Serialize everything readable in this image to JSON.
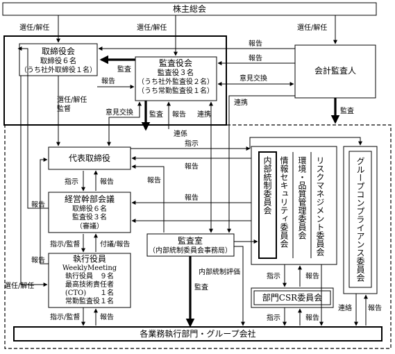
{
  "nodes": {
    "shareholders": "株主総会",
    "board": [
      "取締役会",
      "取締役６名",
      "（うち社外取締役１名）"
    ],
    "audit_board": [
      "監査役会",
      "監査役３名",
      "（うち社外監査役２名）",
      "（うち常勤監査役１名）"
    ],
    "auditor": "会計監査人",
    "ceo": "代表取締役",
    "mgmt_council": [
      "経営幹部会議",
      "取締役６名",
      "監査役３名",
      "（審議）"
    ],
    "officers": [
      "執行役員",
      "WeeklyMeeting",
      "執行役員　９名",
      "最高技術責任者",
      "(CTO)　　１名",
      "常勤監査役１名"
    ],
    "audit_office": [
      "監査室",
      "（内部統制委員会事務局）"
    ],
    "internal_control": "内部統制委員会",
    "security": "情報セキュリティ委員会",
    "environment": "環境・品質管理委員会",
    "risk": "リスクマネジメント委員会",
    "compliance": "グループコンプライアンス委員会",
    "csr": "部門CSR委員会",
    "divisions": "各業務執行部門・グループ会社"
  },
  "labels": {
    "elect1": "選任/解任",
    "elect2": "選任/解任",
    "elect3": "選任/解任",
    "elect_supervise": [
      "選任/解任",
      "監督"
    ],
    "elect_left": "選任/解任",
    "report_auditor1": "報告",
    "report_auditor2": "報告",
    "opinion_exchange": "意見交換",
    "cooperation1": "連携",
    "audit_label1": "監査",
    "audit_label_auditor": "監査",
    "report_board_audit": "報告",
    "opinion_exchange2": "意見交換",
    "audit_label2": "監査",
    "report_label3": "報告",
    "cooperation2": "連携",
    "cooperation3": "連係",
    "instruction_top": "指示",
    "report_ceo": "報告",
    "instruction_ceo": "指示",
    "report_ceo2": "報告",
    "report_office": "報告",
    "report_left": "報告",
    "report_mgmt": "報告",
    "instruction_supervise1": "指示/監督",
    "delegate_report": "付議/報告",
    "report_left2": "報告",
    "internal_eval": "内部統制評価",
    "audit_label3": "監査",
    "instruction_csr": "指示",
    "report_csr": "報告",
    "instruction_div": "指示",
    "report_div": "報告",
    "liaison": "連絡",
    "report_compliance": "報告",
    "instruction_supervise2": "指示/監督",
    "report_officers": "報告"
  }
}
